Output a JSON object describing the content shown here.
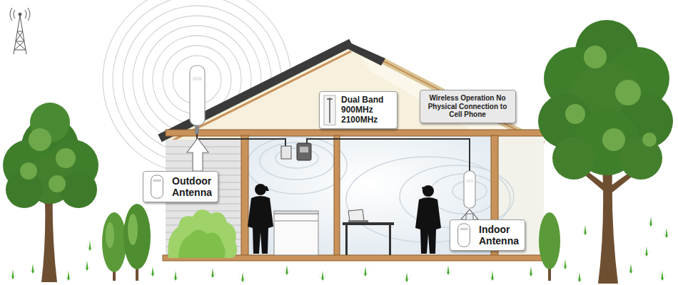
{
  "diagram": {
    "nodes": [
      {
        "text": [
          "Dual Band 900MHz 2100MHz"
        ]
      },
      {
        "text": [
          "Wireless Operation No Physical Connection to Cell Phone"
        ]
      },
      {
        "text": [
          "Outdoor Antenna"
        ]
      },
      {
        "text": [
          "Indoor Antenna"
        ]
      }
    ]
  }
}
